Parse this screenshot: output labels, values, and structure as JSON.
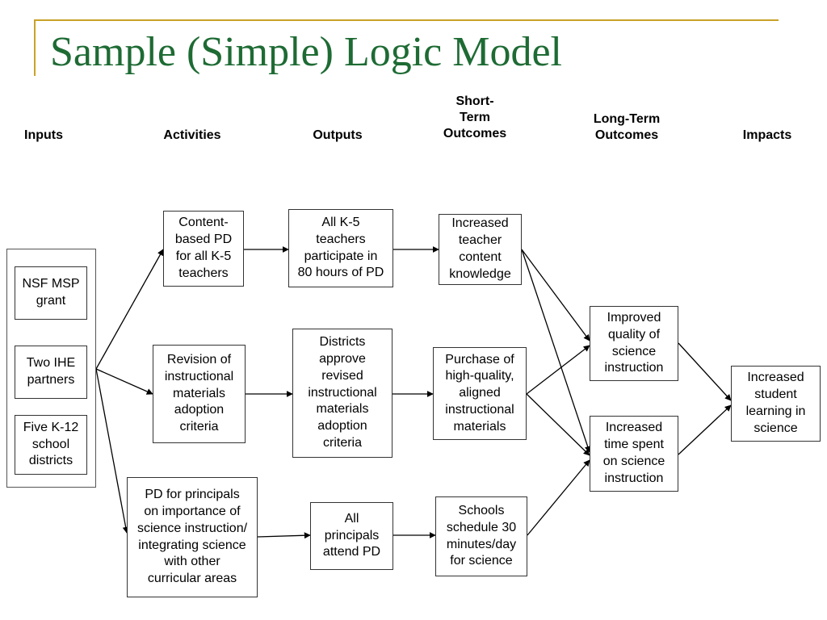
{
  "title": "Sample (Simple) Logic Model",
  "columns": {
    "inputs": "Inputs",
    "activities": "Activities",
    "outputs": "Outputs",
    "short_term": "Short-\nTerm\nOutcomes",
    "long_term": "Long-Term\nOutcomes",
    "impacts": "Impacts"
  },
  "inputs": {
    "grant": "NSF MSP\ngrant",
    "ihe": "Two IHE\npartners",
    "districts": "Five K-12\nschool\ndistricts"
  },
  "activities": {
    "content_pd": "Content-\nbased PD\nfor all K-5\nteachers",
    "revision": "Revision of\ninstructional\nmaterials\nadoption\ncriteria",
    "principal_pd": "PD for principals\non importance of\nscience instruction/\nintegrating science\nwith other\ncurricular areas"
  },
  "outputs": {
    "teachers_participate": "All K-5\nteachers\nparticipate in\n80 hours of PD",
    "districts_approve": "Districts\napprove\nrevised\ninstructional\nmaterials\nadoption\ncriteria",
    "principals_attend": "All\nprincipals\nattend PD"
  },
  "short_term": {
    "knowledge": "Increased\nteacher\ncontent\nknowledge",
    "purchase": "Purchase of\nhigh-quality,\naligned\ninstructional\nmaterials",
    "schedule": "Schools\nschedule 30\nminutes/day\nfor science"
  },
  "long_term": {
    "quality": "Improved\nquality of\nscience\ninstruction",
    "time": "Increased\ntime spent\non science\ninstruction"
  },
  "impacts": {
    "learning": "Increased\nstudent\nlearning in\nscience"
  }
}
